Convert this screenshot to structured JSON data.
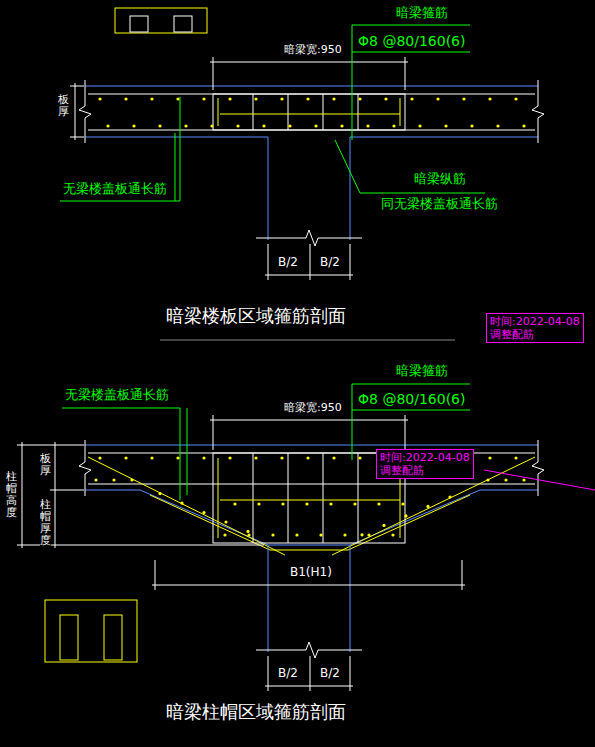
{
  "diagram": {
    "nodes": [
      {
        "text": [
          "时间:2022-04-08",
          "调整配筋"
        ]
      },
      {
        "text": [
          "时间:2022-04-08",
          "调整配筋"
        ]
      }
    ],
    "labels": [
      "暗梁箍筋",
      "Φ8 @80/160(6)",
      "暗梁宽:950",
      "板厚",
      "无梁楼盖板通长筋",
      "暗梁纵筋",
      "同无梁楼盖板通长筋",
      "B/2",
      "B/2",
      "暗梁楼板区域箍筋剖面",
      "暗梁箍筋",
      "Φ8 @80/160(6)",
      "无梁楼盖板通长筋",
      "暗梁宽:950",
      "柱帽高度",
      "板厚",
      "柱帽厚度",
      "B1(H1)",
      "B/2",
      "B/2",
      "暗梁柱帽区域箍筋剖面"
    ]
  }
}
